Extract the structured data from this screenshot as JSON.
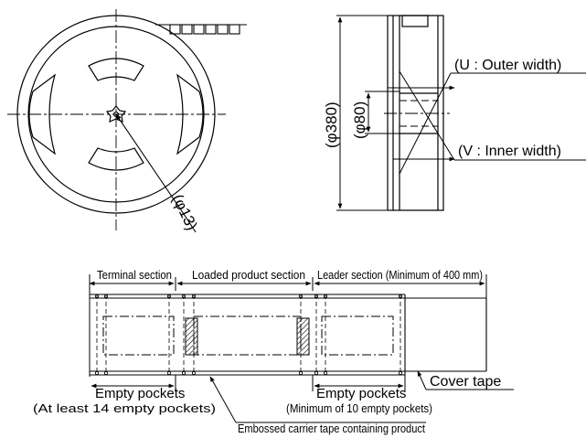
{
  "reel": {
    "center_hole_label": "(φ13)"
  },
  "reel_side": {
    "outer_diameter_label": "(φ380)",
    "hub_diameter_label": "(φ80)",
    "outer_width_label": "(U : Outer width)",
    "inner_width_label": "(V : Inner width)"
  },
  "tape": {
    "terminal_section": "Terminal section",
    "loaded_section": "Loaded product section",
    "leader_section": "Leader section (Minimum of 400 mm)",
    "empty_pockets_left": "Empty pockets",
    "empty_pockets_left_note": "(At least 14 empty pockets)",
    "empty_pockets_right": "Empty pockets",
    "empty_pockets_right_note": "(Minimum of 10 empty pockets)",
    "carrier_tape": "Embossed carrier tape containing product",
    "cover_tape": "Cover tape"
  },
  "colors": {
    "line": "#000000",
    "background": "#ffffff"
  }
}
